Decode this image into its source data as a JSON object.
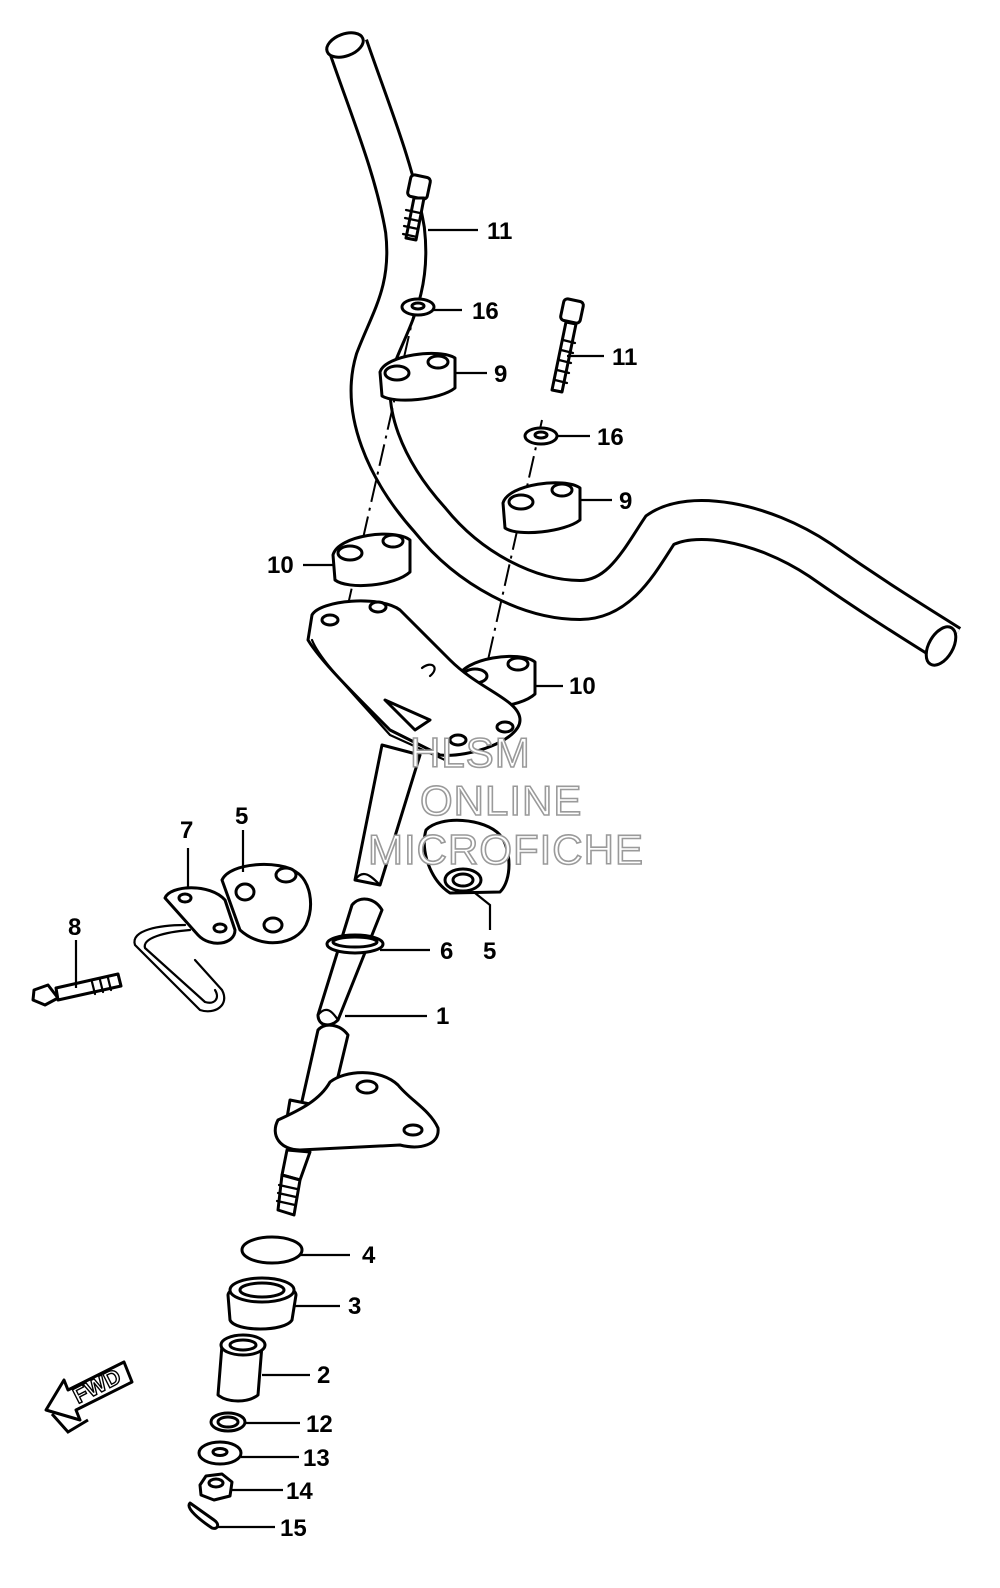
{
  "callouts": [
    {
      "id": "1",
      "label": "1"
    },
    {
      "id": "2",
      "label": "2"
    },
    {
      "id": "3",
      "label": "3"
    },
    {
      "id": "4",
      "label": "4"
    },
    {
      "id": "5a",
      "label": "5"
    },
    {
      "id": "5b",
      "label": "5"
    },
    {
      "id": "6",
      "label": "6"
    },
    {
      "id": "7",
      "label": "7"
    },
    {
      "id": "8",
      "label": "8"
    },
    {
      "id": "9a",
      "label": "9"
    },
    {
      "id": "9b",
      "label": "9"
    },
    {
      "id": "10a",
      "label": "10"
    },
    {
      "id": "10b",
      "label": "10"
    },
    {
      "id": "11a",
      "label": "11"
    },
    {
      "id": "11b",
      "label": "11"
    },
    {
      "id": "12",
      "label": "12"
    },
    {
      "id": "13",
      "label": "13"
    },
    {
      "id": "14",
      "label": "14"
    },
    {
      "id": "15",
      "label": "15"
    },
    {
      "id": "16a",
      "label": "16"
    },
    {
      "id": "16b",
      "label": "16"
    }
  ],
  "watermark": {
    "line1": "HLSM",
    "line2": "ONLINE",
    "line3": "MICROFICHE"
  },
  "direction_arrow": {
    "label": "FWD",
    "icon": "fwd-arrow-icon"
  },
  "colors": {
    "line": "#000000",
    "background": "#ffffff",
    "watermark_outline": "#9a9a9a"
  }
}
